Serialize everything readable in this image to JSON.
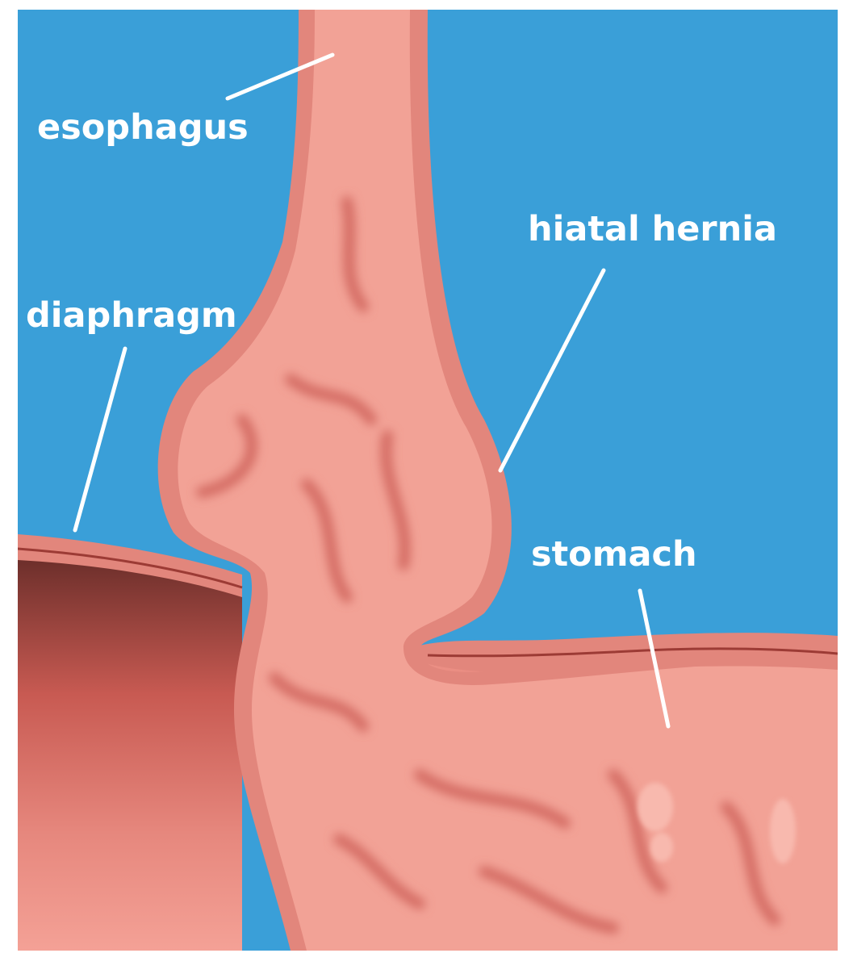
{
  "labels": {
    "esophagus": "esophagus",
    "hiatal_hernia": "hiatal hernia",
    "diaphragm": "diaphragm",
    "stomach": "stomach"
  },
  "colors": {
    "background": "#3A9FD8",
    "tissue_outer": "#E2867C",
    "tissue_inner": "#F2A296",
    "tissue_dark": "#C45A52",
    "cavity_dark": "#6B2E2A",
    "label": "#FFFFFF"
  }
}
